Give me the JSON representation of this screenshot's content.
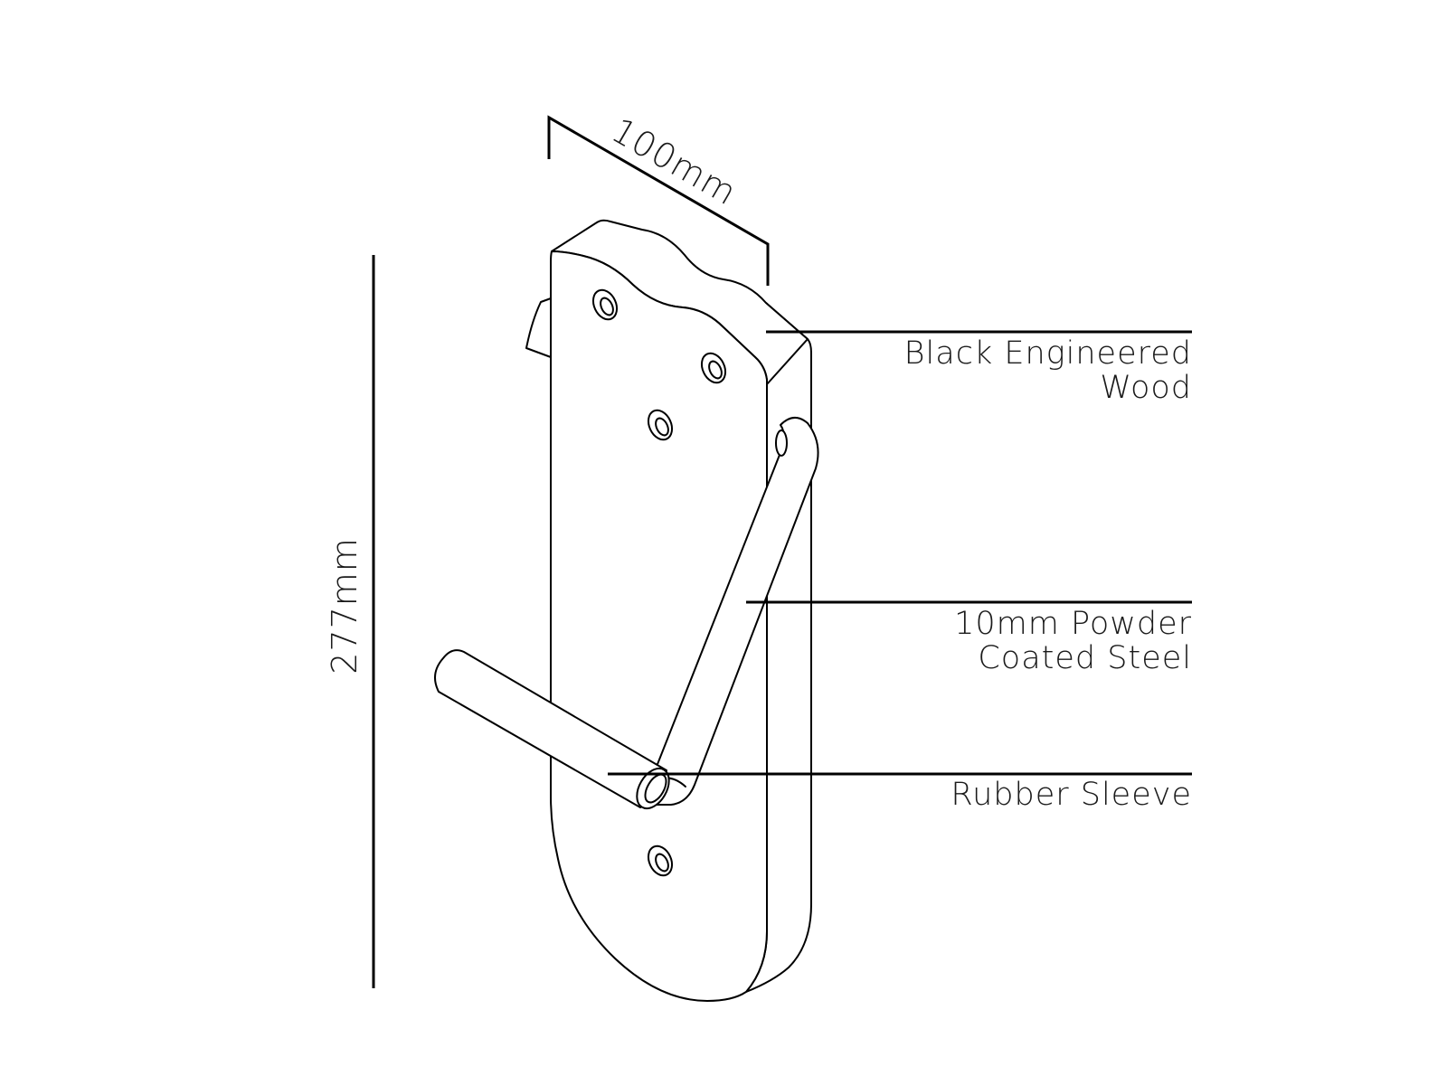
{
  "dimensions": {
    "width_label": "100mm",
    "height_label": "277mm"
  },
  "callouts": [
    {
      "line1": "Black Engineered",
      "line2": "Wood"
    },
    {
      "line1": "10mm Powder",
      "line2": "Coated Steel"
    },
    {
      "line1": "Rubber Sleeve",
      "line2": ""
    }
  ],
  "colors": {
    "stroke": "#000000",
    "background": "#ffffff",
    "text": "#1a1a1a"
  }
}
